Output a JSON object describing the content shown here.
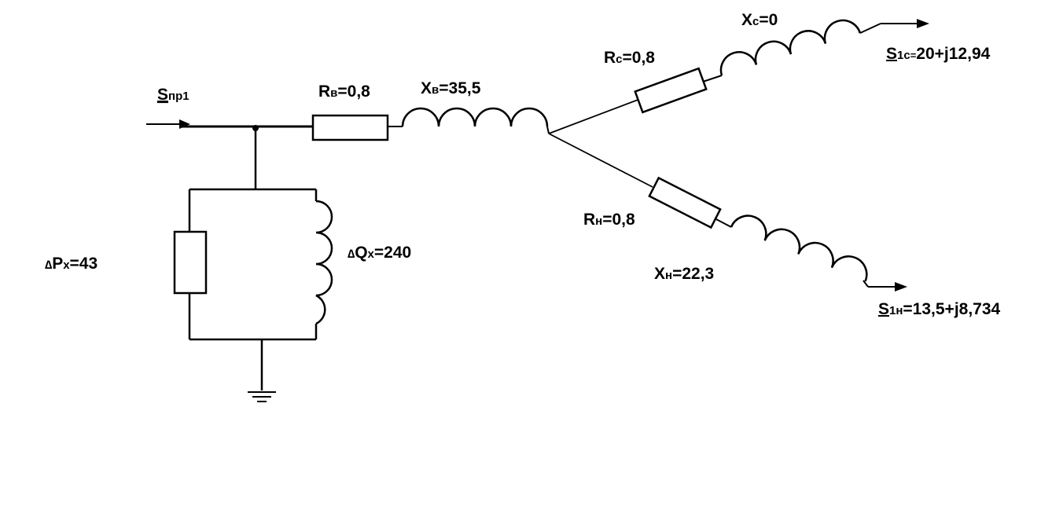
{
  "labels": {
    "input": {
      "letter": "S",
      "sub": "пр1"
    },
    "r_b": {
      "letter": "R",
      "sub": "в",
      "value": "=0,8"
    },
    "x_b": {
      "letter": "X",
      "sub": "в",
      "value": "=35,5"
    },
    "r_c": {
      "letter": "R",
      "sub": "c",
      "value": "=0,8"
    },
    "x_c": {
      "letter": "X",
      "sub": "c",
      "value": "=0"
    },
    "r_n": {
      "letter": "R",
      "sub": "н",
      "value": "=0,8"
    },
    "x_n": {
      "letter": "X",
      "sub": "н",
      "value": "=22,3"
    },
    "s1c": {
      "letter": "S",
      "sub": "1c",
      "eq": "=",
      "value": "20+j12,94"
    },
    "s1n": {
      "letter": "S",
      "sub": "1н",
      "value": "=13,5+j8,734"
    },
    "dpx": {
      "delta": "∆",
      "letter": "P",
      "sub": "x",
      "value": "=43"
    },
    "dqx": {
      "delta": "∆",
      "letter": "Q",
      "sub": "x",
      "value": "=240"
    }
  }
}
